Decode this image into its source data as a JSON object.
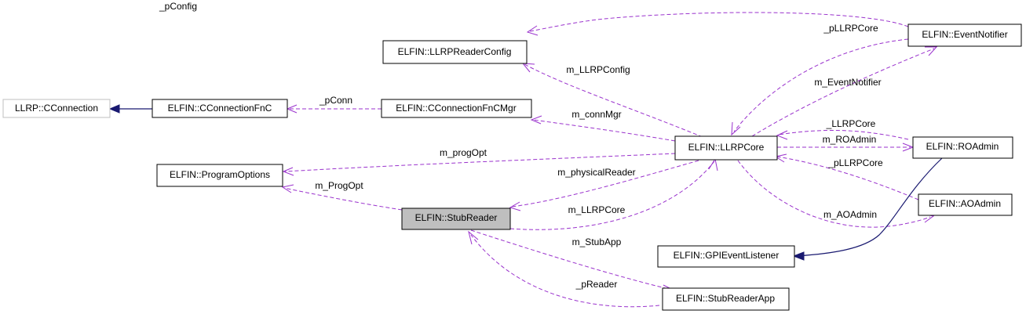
{
  "nodes": {
    "cconnection": "LLRP::CConnection",
    "cconnectionfnc": "ELFIN::CConnectionFnC",
    "cconnectionfncmgr": "ELFIN::CConnectionFnCMgr",
    "llrpreaderconfig": "ELFIN::LLRPReaderConfig",
    "eventnotifier": "ELFIN::EventNotifier",
    "llrpcore": "ELFIN::LLRPCore",
    "roadmin": "ELFIN::ROAdmin",
    "aoadmin": "ELFIN::AOAdmin",
    "programoptions": "ELFIN::ProgramOptions",
    "stubreader": "ELFIN::StubReader",
    "gpieventlistener": "ELFIN::GPIEventListener",
    "stubreaderapp": "ELFIN::StubReaderApp"
  },
  "edge_labels": {
    "pconfig": "_pConfig",
    "pllrpcore_en": "_pLLRPCore",
    "m_llrpconfig": "m_LLRPConfig",
    "m_eventnotifier": "m_EventNotifier",
    "pconn": "_pConn",
    "m_connmgr": "m_connMgr",
    "llrpcore_ro": "_LLRPCore",
    "m_roadmin": "m_ROAdmin",
    "m_progopt": "m_progOpt",
    "pllrpcore_ao": "_pLLRPCore",
    "m_physicalreader": "m_physicalReader",
    "m_progopt_stub": "m_ProgOpt",
    "m_llrpcore": "m_LLRPCore",
    "m_aoadmin": "m_AOAdmin",
    "m_stubapp": "m_StubApp",
    "preader": "_pReader"
  },
  "colors": {
    "usage_edge": "#9a32cd",
    "inheritance_edge": "#191970",
    "focus_node_fill": "#bfbfbf",
    "external_node_border": "#bfbfbf"
  }
}
